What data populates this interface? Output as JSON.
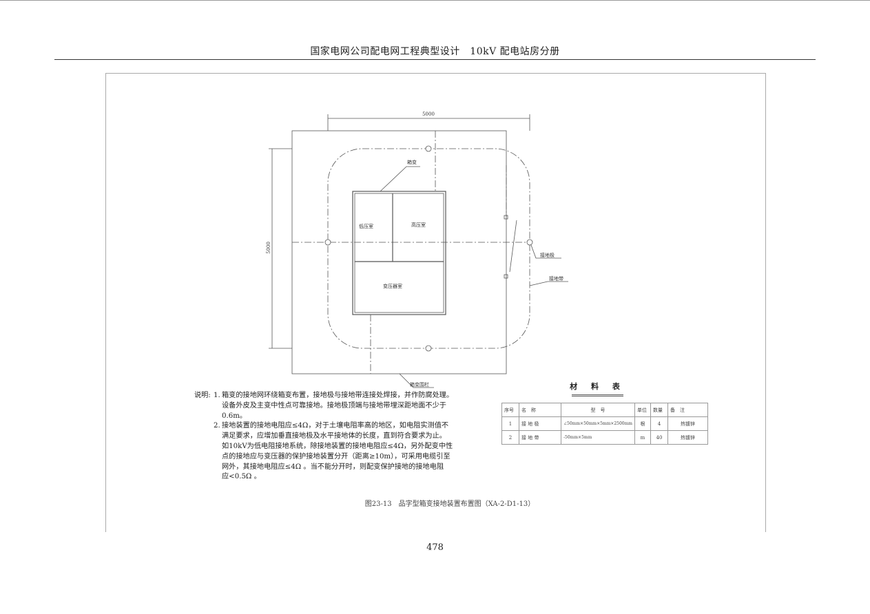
{
  "header": {
    "title": "国家电网公司配电网工程典型设计　10kV 配电站房分册"
  },
  "drawing": {
    "dim_top": "5000",
    "dim_left": "5000",
    "label_box": "箱变",
    "room_low": "低压室",
    "room_high": "高压室",
    "room_transformer": "变压器室",
    "label_rod": "接地极",
    "label_strip": "接地带",
    "label_fence": "箱变围栏"
  },
  "notes": {
    "label": "说明:",
    "items": [
      {
        "num": "1.",
        "lines": [
          "箱变的接地网环绕箱变布置，接地极与接地带连接处焊接，并作防腐处理。",
          "设备外皮及主变中性点可靠接地。接地极顶端与接地带埋深距地面不少于",
          "0.6m。"
        ]
      },
      {
        "num": "2.",
        "lines": [
          "接地装置的接地电阻应≤4Ω，对于土壤电阻率高的地区，如电阻实测值不",
          "满足要求，应增加垂直接地极及水平接地体的长度，直到符合要求为止。",
          "如10kV为低电阻接地系统，除接地装置的接地电阻应≤4Ω，另外配变中性",
          "点的接地应与变压器的保护接地装置分开（距离≥10m），可采用电缆引至",
          "网外，其接地电阻应≤4Ω 。当不能分开时，则配变保护接地的接地电阻",
          "应<0.5Ω 。"
        ]
      }
    ]
  },
  "materials": {
    "title": "材 料 表",
    "headers": [
      "序号",
      "名　称",
      "型　号",
      "单位",
      "数量",
      "备　注"
    ],
    "rows": [
      [
        "1",
        "接 地 极",
        "∠50mm×50mm×5mm×2500mm",
        "根",
        "4",
        "热镀锌"
      ],
      [
        "2",
        "接 地 带",
        "-50mm×5mm",
        "m",
        "40",
        "热镀锌"
      ]
    ]
  },
  "caption": "图23-13　品字型箱变接地装置布置图（XA-2-D1-13）",
  "page_number": "478"
}
